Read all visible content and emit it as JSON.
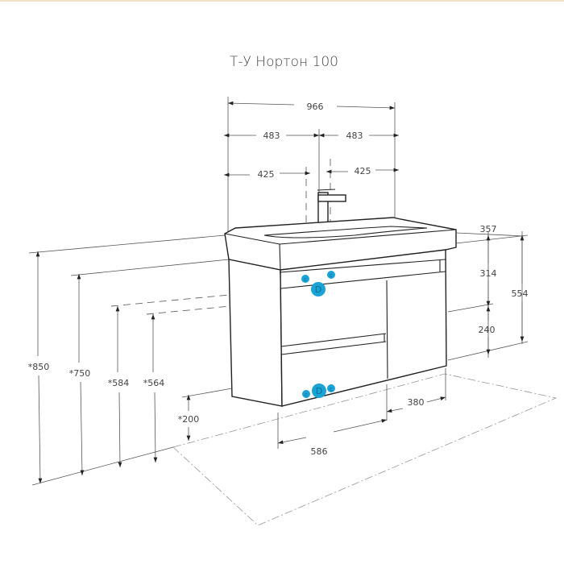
{
  "title": "Т-У Нортон 100",
  "colors": {
    "line": "#222222",
    "accent": "#1ba3d6",
    "border": "#efe2c4"
  },
  "dimensions": {
    "total_width": "966",
    "half_left": "483",
    "half_right": "483",
    "mark_left": "425",
    "mark_right": "425",
    "depth": "357",
    "upper_height": "314",
    "total_height": "554",
    "lower_height": "240",
    "h850": "*850",
    "h750": "*750",
    "h584": "*584",
    "h564": "*564",
    "h200": "*200",
    "w586": "586",
    "w380": "380"
  },
  "markers": {
    "drain": "D",
    "cold": "c",
    "hot": "c"
  }
}
